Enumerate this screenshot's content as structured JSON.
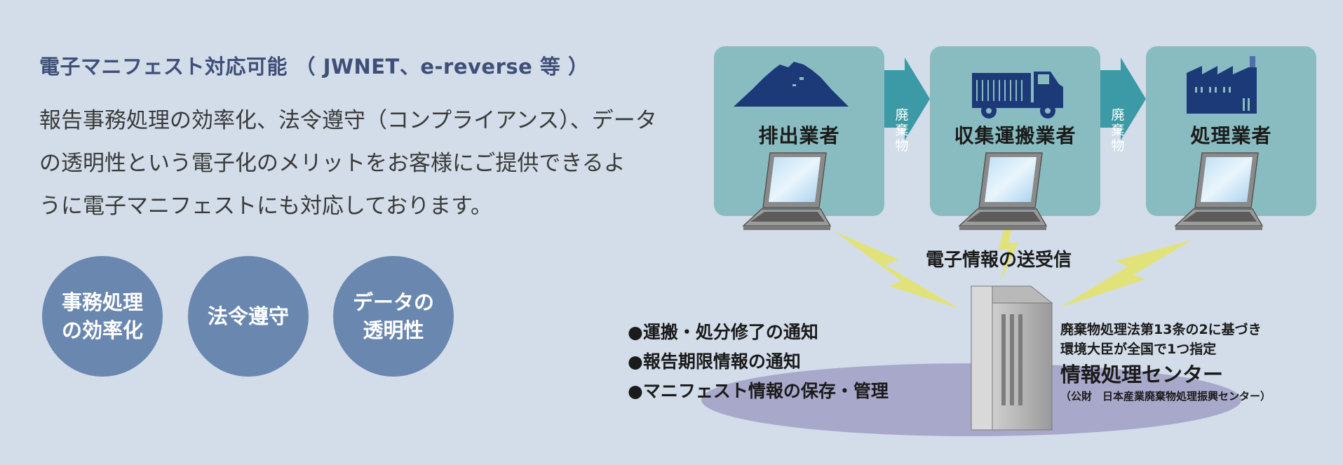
{
  "heading": "電子マニフェスト対応可能 （ JWNET、e-reverse 等 ）",
  "paragraph": [
    "報告事務処理の効率化、法令遵守（コンプライアンス）、データ",
    "の透明性という電子化のメリットをお客様にご提供できるよ",
    "うに電子マニフェストにも対応しております。"
  ],
  "benefits": [
    {
      "line1": "事務処理",
      "line2": "の効率化"
    },
    {
      "line1": "法令遵守",
      "line2": ""
    },
    {
      "line1": "データの",
      "line2": "透明性"
    }
  ],
  "panels": [
    {
      "label": "排出業者",
      "icon": "waste-pile-icon"
    },
    {
      "label": "収集運搬業者",
      "icon": "truck-icon"
    },
    {
      "label": "処理業者",
      "icon": "factory-icon"
    }
  ],
  "arrow_labels": [
    {
      "c1": "廃",
      "c2": "棄",
      "c3": "物"
    },
    {
      "c1": "廃",
      "c2": "棄",
      "c3": "物"
    }
  ],
  "center_caption": "電子情報の送受信",
  "bullets": [
    "●運搬・処分修了の通知",
    "●報告期限情報の通知",
    "●マニフェスト情報の保存・管理"
  ],
  "center_info": {
    "line1": "廃棄物処理法第13条の2に基づき",
    "line2": "環境大臣が全国で1つ指定",
    "name": "情報処理センター",
    "org": "（公財　日本産業廃棄物処理振興センター）"
  },
  "colors": {
    "background": "#d2dde9",
    "heading": "#3f4f78",
    "circle": "#6a87b0",
    "panel": "#89bcc0",
    "arrow": "#3b9aa6",
    "icon": "#1d3a78",
    "lightning": "#e2e27a",
    "ellipse": "#a8a8cb"
  }
}
